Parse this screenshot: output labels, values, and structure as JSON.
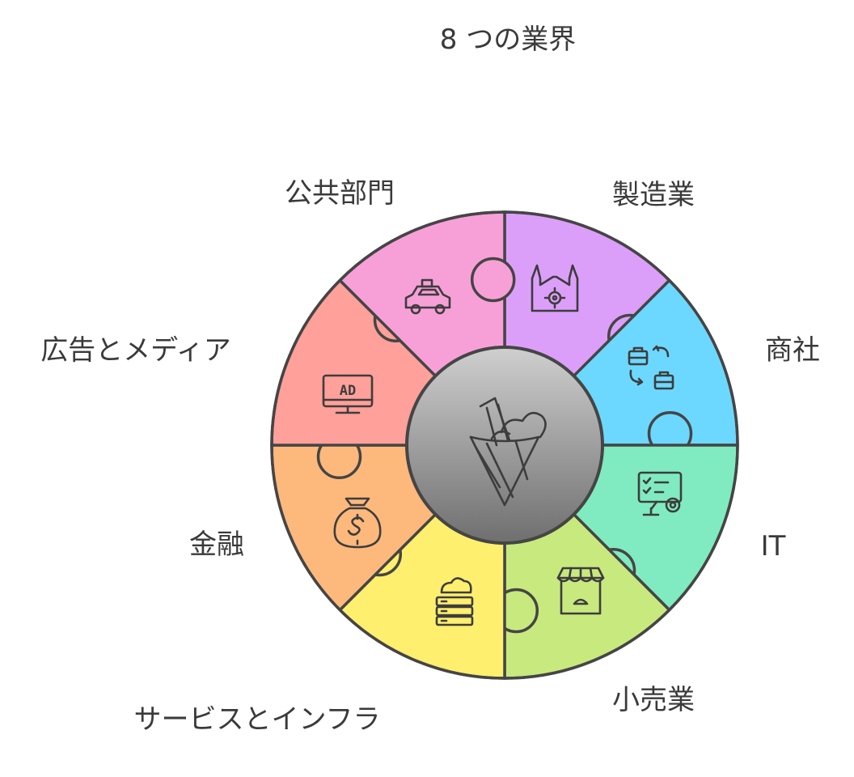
{
  "title": "8 つの業界",
  "colors": {
    "public": "#DC9FF9",
    "manufacturing": "#6DD8FF",
    "trading": "#80EBC0",
    "it": "#C8E97E",
    "retail": "#FFEF6E",
    "services": "#FDB97C",
    "finance": "#FFA09A",
    "advertising": "#F7A0D8",
    "outline": "#454545"
  },
  "segments": [
    {
      "key": "public",
      "label": "公共部門",
      "icon": "taxi-icon"
    },
    {
      "key": "manufacturing",
      "label": "製造業",
      "icon": "factory-icon"
    },
    {
      "key": "trading",
      "label": "商社",
      "icon": "briefcase-exchange-icon"
    },
    {
      "key": "it",
      "label": "IT",
      "icon": "monitor-gear-icon"
    },
    {
      "key": "retail",
      "label": "小売業",
      "icon": "storefront-icon"
    },
    {
      "key": "services",
      "label": "サービスとインフラ",
      "icon": "cloud-server-icon"
    },
    {
      "key": "finance",
      "label": "金融",
      "icon": "money-bag-icon"
    },
    {
      "key": "advertising",
      "label": "広告とメディア",
      "icon": "ad-monitor-icon"
    }
  ],
  "center_icon": "crepe-icon"
}
